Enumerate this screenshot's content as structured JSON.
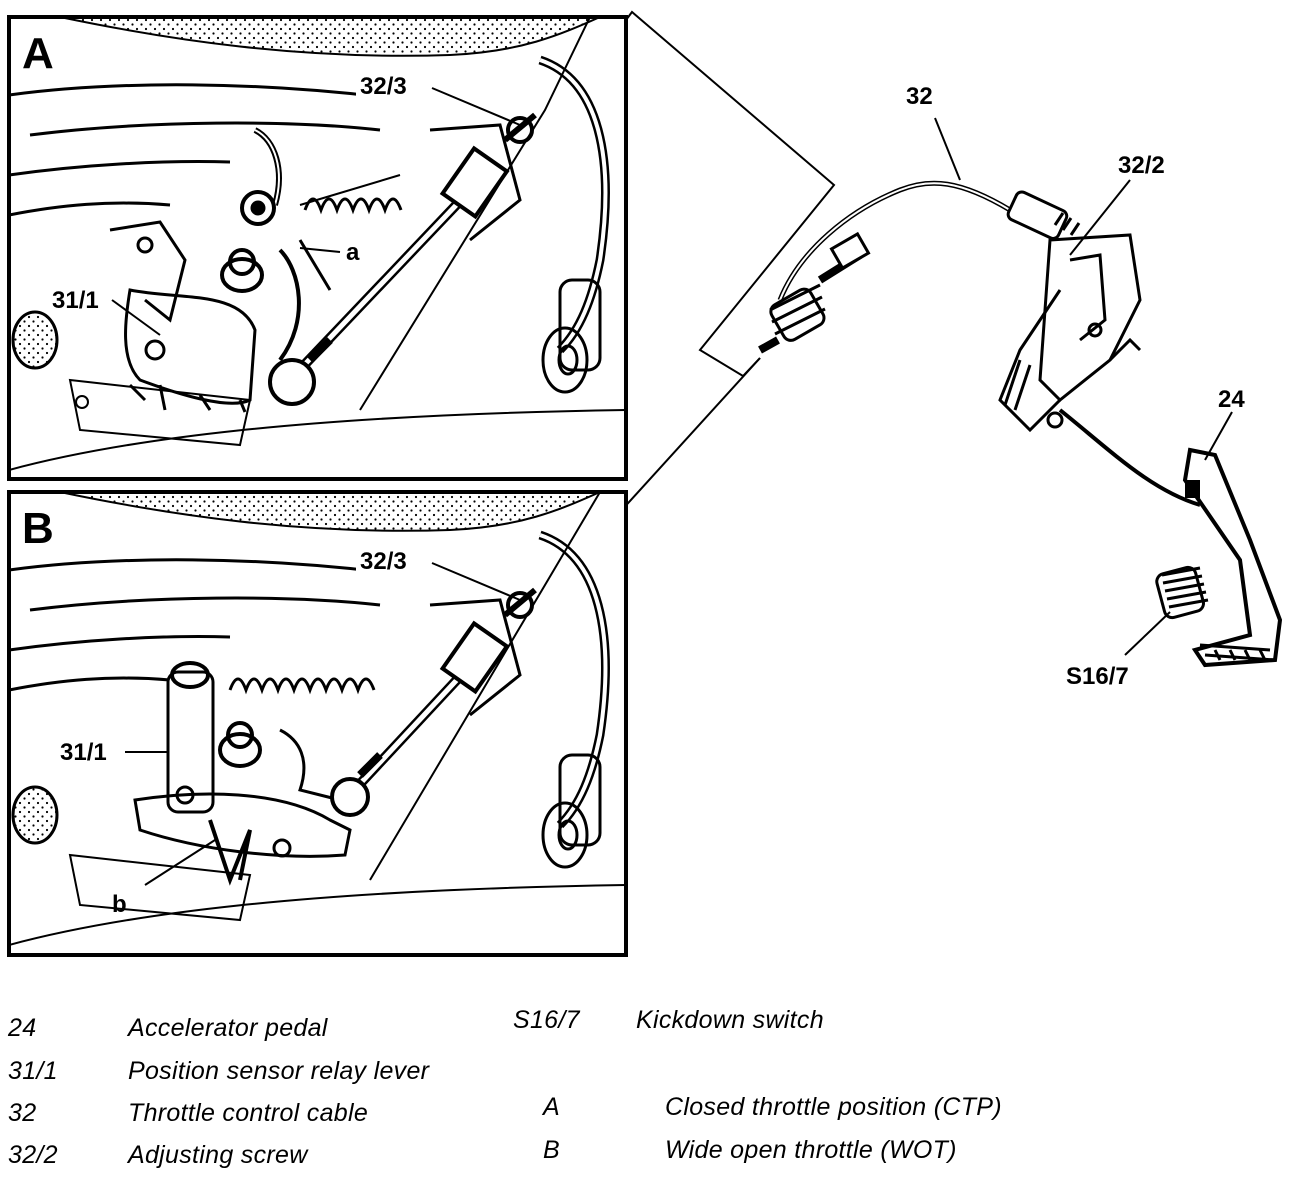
{
  "panels": [
    {
      "letter": "A",
      "callouts": {
        "cable_end": "32/3",
        "lever": "31/1",
        "stop": "a"
      }
    },
    {
      "letter": "B",
      "callouts": {
        "cable_end": "32/3",
        "lever": "31/1",
        "stop": "b"
      }
    }
  ],
  "pedal_callouts": {
    "cable": "32",
    "adjusting_screw": "32/2",
    "pedal": "24",
    "kickdown": "S16/7"
  },
  "legend": {
    "left": [
      {
        "code": "24",
        "desc": "Accelerator pedal"
      },
      {
        "code": "31/1",
        "desc": "Position sensor relay lever"
      },
      {
        "code": "32",
        "desc": "Throttle control cable"
      },
      {
        "code": "32/2",
        "desc": "Adjusting screw"
      }
    ],
    "right": [
      {
        "code": "S16/7",
        "desc": "Kickdown switch"
      },
      {
        "code": "A",
        "desc": "Closed throttle position (CTP)"
      },
      {
        "code": "B",
        "desc": "Wide open throttle (WOT)"
      }
    ]
  }
}
